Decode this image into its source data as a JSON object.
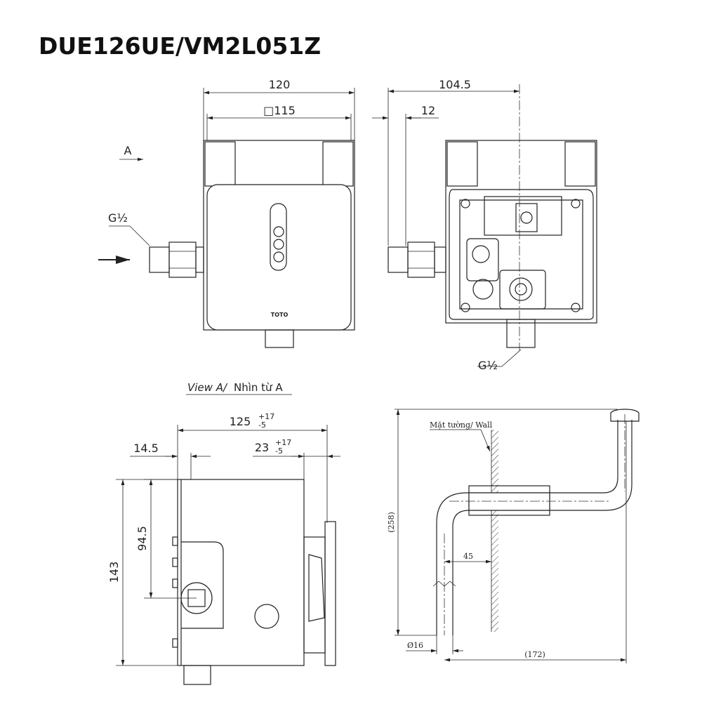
{
  "title": "DUE126UE/VM2L051Z",
  "front_view": {
    "dim_width": "120",
    "dim_plate": "□115",
    "view_arrow": "A",
    "inlet_thread": "G½",
    "logo": "TOTO"
  },
  "side_view": {
    "dim_depth": "104.5",
    "dim_offset": "12",
    "outlet_thread": "G½"
  },
  "view_a": {
    "caption_italic": "View A/",
    "caption": "Nhìn từ A",
    "dim_total": "125",
    "dim_total_tol_plus": "+17",
    "dim_total_tol_minus": "-5",
    "dim_left": "14.5",
    "dim_right": "23",
    "dim_right_tol_plus": "+17",
    "dim_right_tol_minus": "-5",
    "dim_inlet_height": "94.5",
    "dim_height": "143"
  },
  "pipe_view": {
    "wall_label": "Mặt tường/ Wall",
    "dim_height": "(258)",
    "dim_wall": "45",
    "dim_diameter": "Ø16",
    "dim_length": "(172)"
  }
}
